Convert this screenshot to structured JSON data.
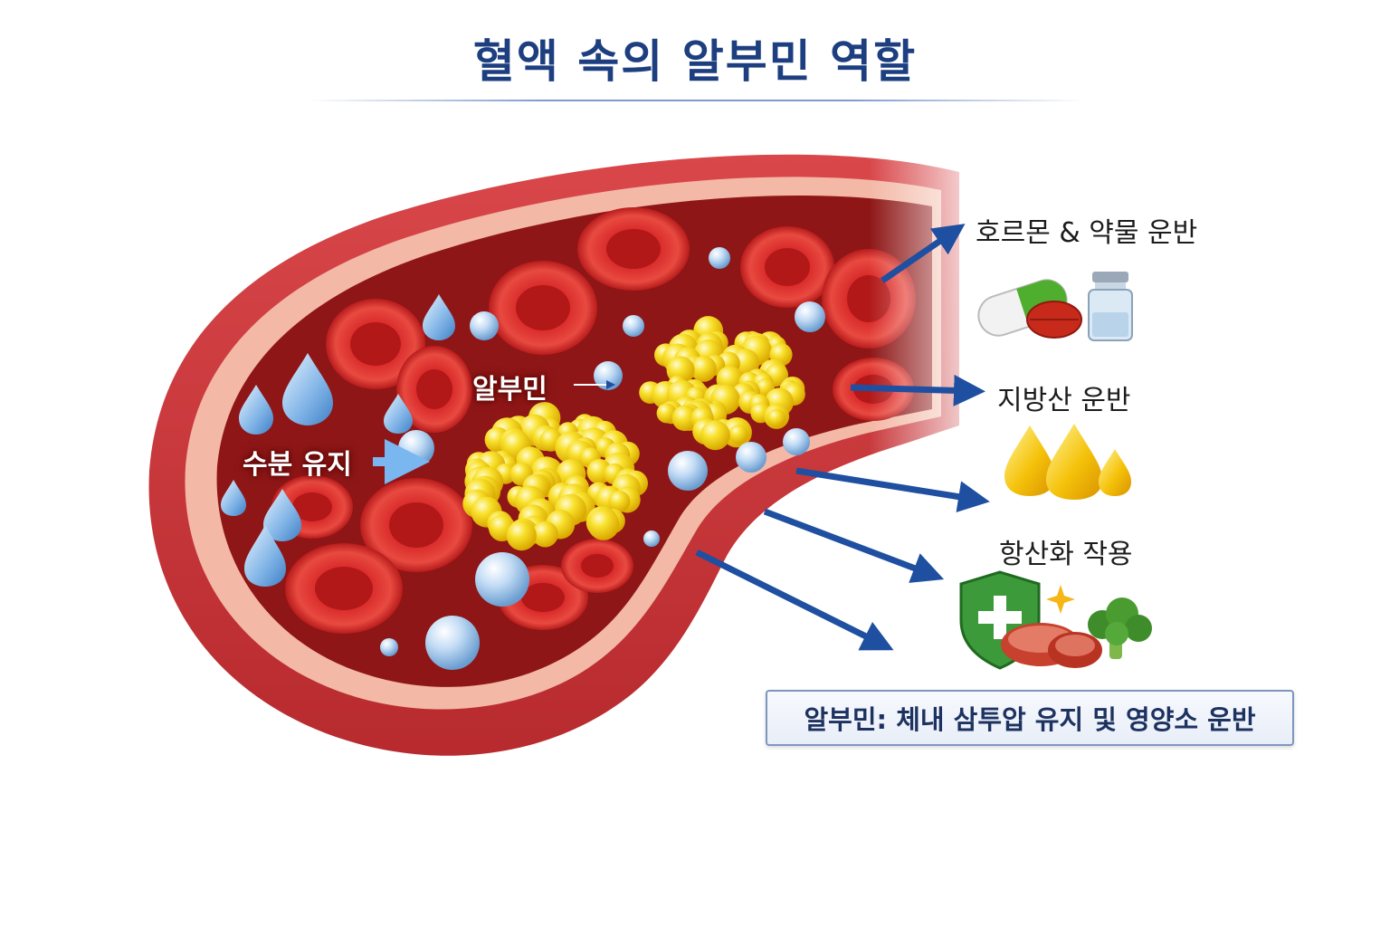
{
  "title": "혈액 속의 알부민 역할",
  "labels": {
    "water": "수분 유지",
    "albumin": "알부민",
    "hormone_drug": "호르몬 & 약물 운반",
    "fatty_acid": "지방산 운반",
    "antioxidant": "항산화 작용"
  },
  "summary": "알부민: 체내 삼투압 유지 및 영양소 운반",
  "colors": {
    "title": "#1d3f80",
    "arrow": "#1f4fa0",
    "vessel_wall": "#c9343a",
    "red_blood_cell": "#d8282a",
    "albumin_cluster": "#f5d21a",
    "water_drop": "#7fb3e6"
  },
  "icons": [
    "capsule-icon",
    "pill-icon",
    "vial-icon",
    "oil-drop-icon",
    "shield-plus-icon",
    "sparkle-icon",
    "meat-icon",
    "broccoli-icon",
    "arrow-icon"
  ]
}
